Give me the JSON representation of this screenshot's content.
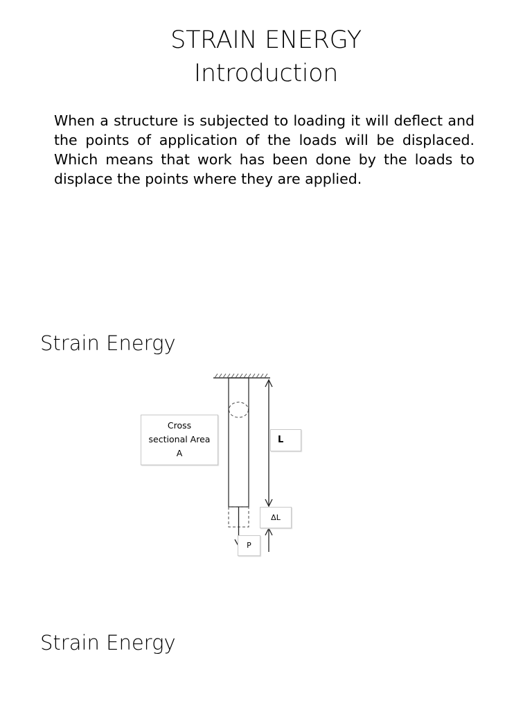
{
  "slide1": {
    "title_line1": "STRAIN ENERGY",
    "title_line2": "Introduction",
    "paragraph": "When a structure is subjected to loading it will deflect and the points of application of the loads will be displaced. Which means that work has been done by the loads to displace the points where they are applied."
  },
  "slide2": {
    "heading": "Strain Energy",
    "diagram": {
      "area_label_line1": "Cross",
      "area_label_line2": "sectional Area",
      "area_label_line3": "A",
      "length_label": "L",
      "extension_label": "ΔL",
      "load_label": "P"
    }
  },
  "slide3": {
    "heading": "Strain Energy"
  }
}
